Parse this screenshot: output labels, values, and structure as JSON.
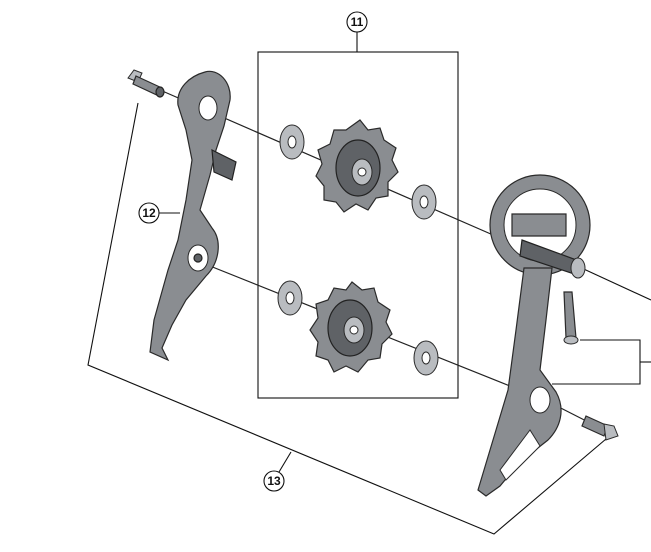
{
  "diagram": {
    "callouts": {
      "c11": "11",
      "c12": "12",
      "c13": "13"
    },
    "colors": {
      "metal": "#8a8d91",
      "metal_dark": "#5f6266",
      "line": "#111111"
    }
  }
}
